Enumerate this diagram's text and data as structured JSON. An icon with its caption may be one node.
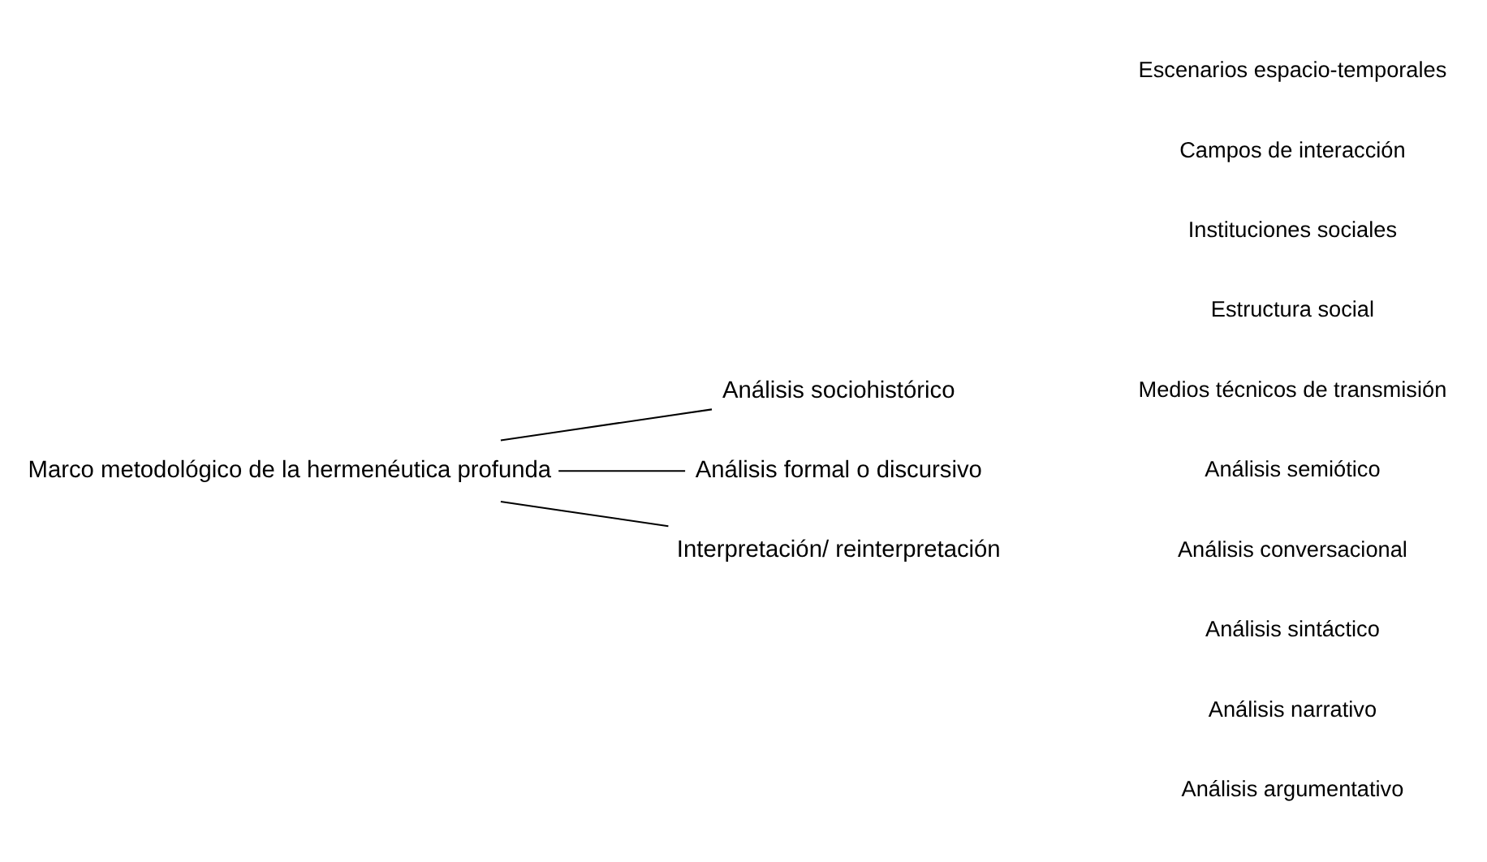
{
  "diagram": {
    "nodes": [
      {
        "text": [
          "Marco metodológico de la hermenéutica profunda"
        ]
      },
      {
        "text": [
          "Análisis sociohistórico"
        ]
      },
      {
        "text": [
          "Análisis formal o discursivo"
        ]
      },
      {
        "text": [
          "Interpretación/ reinterpretación"
        ]
      }
    ],
    "edges": [
      {
        "from": 0,
        "to": 1,
        "arrow": "none"
      },
      {
        "from": 0,
        "to": 2,
        "arrow": "none"
      },
      {
        "from": 0,
        "to": 3,
        "arrow": "none"
      }
    ],
    "labels": [
      "Escenarios espacio-temporales",
      "Campos de interacción",
      "Instituciones sociales",
      "Estructura social",
      "Medios técnicos de transmisión",
      "Análisis semiótico",
      "Análisis conversacional",
      "Análisis sintáctico",
      "Análisis narrativo",
      "Análisis argumentativo"
    ]
  }
}
